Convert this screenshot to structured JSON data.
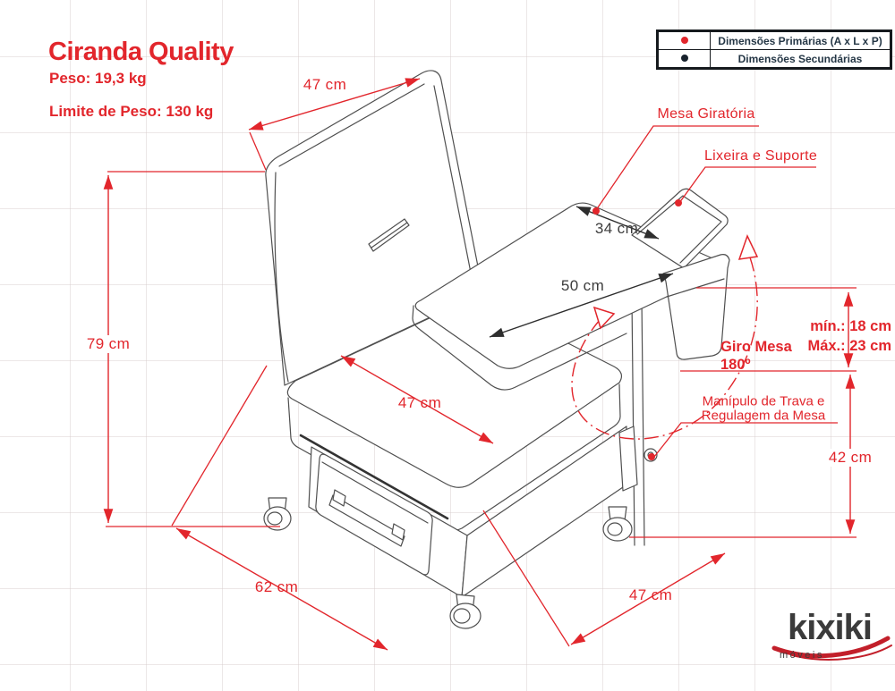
{
  "header": {
    "title": "Ciranda Quality",
    "weight": "Peso: 19,3 kg",
    "weight_limit": "Limite de Peso:  130 kg"
  },
  "legend": {
    "primary": "Dimensões Primárias (A x L x P)",
    "secondary": "Dimensões Secundárias"
  },
  "dimensions": {
    "backrest_width": "47 cm",
    "total_height": "79 cm",
    "table_depth": "34 cm",
    "table_width": "50 cm",
    "table_height_min": "mín.: 18 cm",
    "table_height_max": "Máx.: 23 cm",
    "table_rotation_label": "Giro Mesa",
    "table_rotation_value": "180º",
    "seat_width": "47 cm",
    "seat_height": "42 cm",
    "base_depth": "62 cm",
    "base_width": "47 cm"
  },
  "callouts": {
    "swivel_table": "Mesa Giratória",
    "trash_bin": "Lixeira e Suporte",
    "knob_line1": "Manípulo de Trava e",
    "knob_line2": "Regulagem da Mesa"
  },
  "logo": {
    "brand": "kixiki",
    "tagline": "móveis"
  },
  "colors": {
    "primary_red": "#e2262c",
    "secondary_dark": "#3c3c3c",
    "legend_text": "#253746",
    "drawing_line": "#4f4f4f"
  }
}
